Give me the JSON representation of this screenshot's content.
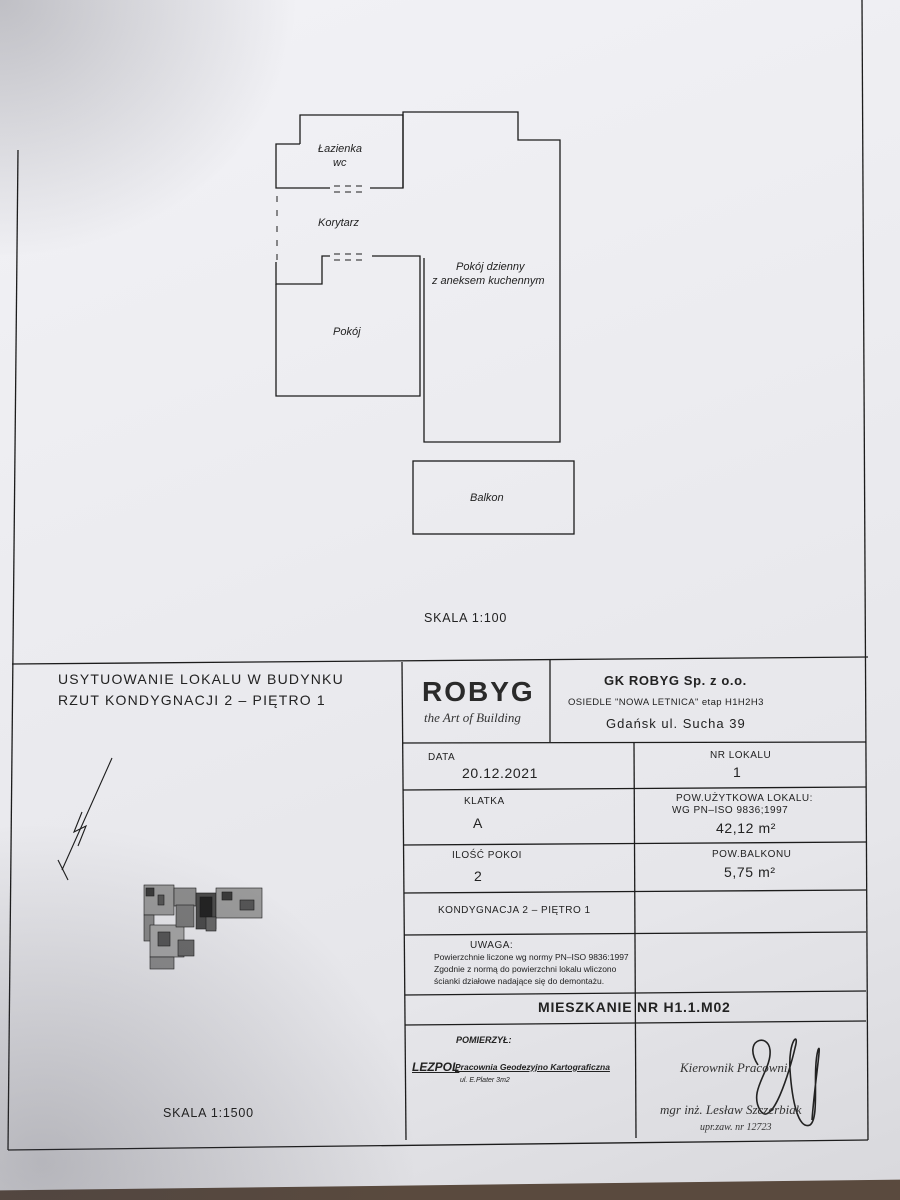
{
  "floor_plan": {
    "rooms": {
      "bathroom_line1": "Łazienka",
      "bathroom_line2": "wc",
      "corridor": "Korytarz",
      "living_line1": "Pokój dzienny",
      "living_line2": "z aneksem kuchennym",
      "room": "Pokój",
      "balcony": "Balkon"
    },
    "scale": "SKALA 1:100"
  },
  "title_block": {
    "location_title_line1": "USYTUOWANIE LOKALU W BUDYNKU",
    "location_title_line2": "RZUT KONDYGNACJI 2 – PIĘTRO 1",
    "location_scale": "SKALA 1:1500",
    "logo_text": "ROBYG",
    "logo_tagline": "the Art of Building",
    "company": "GK ROBYG Sp. z o.o.",
    "estate": "OSIEDLE \"NOWA LETNICA\"  etap H1H2H3",
    "address": "Gdańsk ul. Sucha 39",
    "date_label": "DATA",
    "date_value": "20.12.2021",
    "unit_no_label": "NR LOKALU",
    "unit_no_value": "1",
    "staircase_label": "KLATKA",
    "staircase_value": "A",
    "usable_area_label_line1": "POW.UŻYTKOWA LOKALU:",
    "usable_area_label_line2": "WG PN–ISO 9836;1997",
    "usable_area_value": "42,12 m²",
    "rooms_count_label": "ILOŚĆ POKOI",
    "rooms_count_value": "2",
    "balcony_area_label": "POW.BALKONU",
    "balcony_area_value": "5,75 m²",
    "storey": "KONDYGNACJA 2 – PIĘTRO 1",
    "note_label": "UWAGA:",
    "note_line1": "Powierzchnie liczone wg normy PN–ISO 9836:1997",
    "note_line2": "Zgodnie z normą do powierzchni lokalu wliczono",
    "note_line3": "ścianki działowe nadające się do demontażu.",
    "apartment": "MIESZKANIE NR H1.1.M02",
    "measured_by_label": "POMIERZYŁ:",
    "surveyor_brand": "LEZPOL",
    "surveyor_name": "Pracownia Geodezyjno Kartograficzna",
    "surveyor_address": "ul. E.Plater 3m2",
    "manager_title": "Kierownik Pracowni",
    "manager_name": "mgr inż. Lesław Szczerbiak",
    "manager_license": "upr.zaw. nr 12723"
  }
}
